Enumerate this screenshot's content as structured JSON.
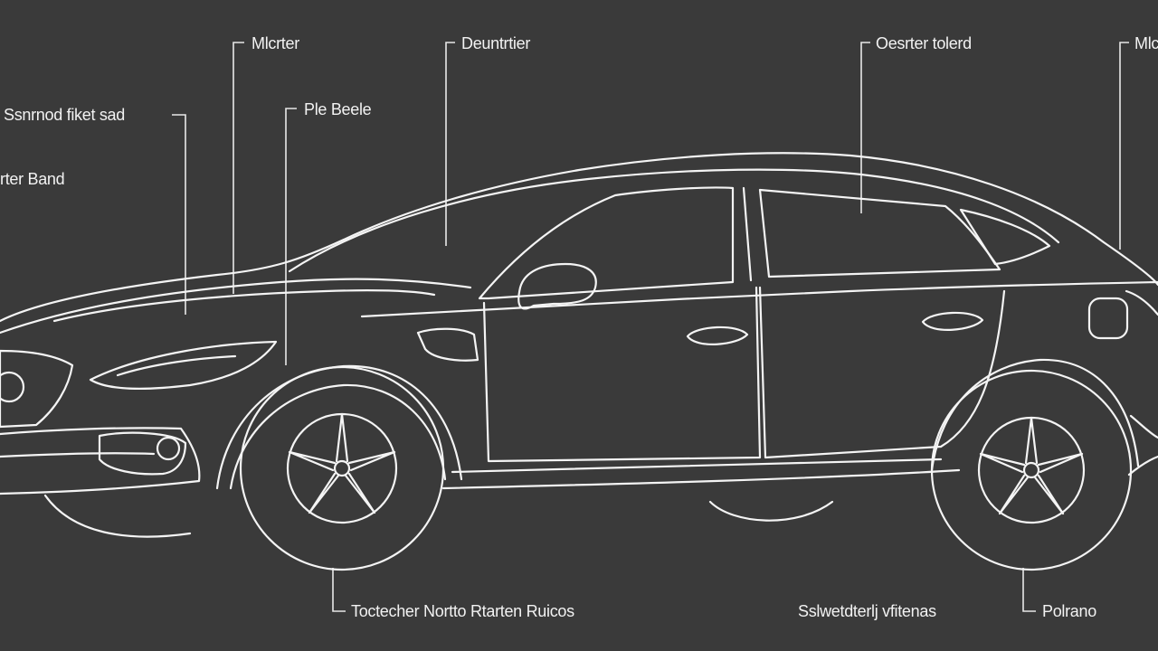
{
  "colors": {
    "background": "#3a3a3a",
    "stroke": "#f4f4f4"
  },
  "labels": {
    "top_left_1": "Mlcrter",
    "top_center": "Deuntrtier",
    "top_right": "Oesrter tolerd",
    "top_far_right": "Mlc",
    "left_1": "Ssnrnod fiket sad",
    "left_2": "rter Band",
    "mid_1": "Ple Beele",
    "bottom_center": "Toctecher Nortto Rtarten Ruicos",
    "bottom_right": "Sslwetdterlj vfitenas",
    "bottom_far_right": "Polrano"
  }
}
